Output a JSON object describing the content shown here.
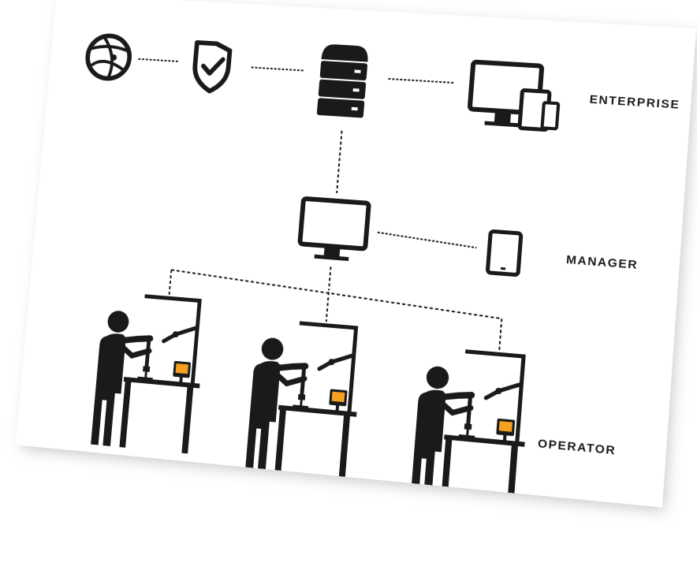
{
  "tiers": {
    "enterprise": {
      "label": "ENTERPRISE"
    },
    "manager": {
      "label": "MANAGER"
    },
    "operator": {
      "label": "OPERATOR"
    }
  },
  "icons": {
    "enterprise": [
      "globe-icon",
      "shield-check-icon",
      "server-stack-icon",
      "multi-device-icon"
    ],
    "manager": [
      "monitor-icon",
      "tablet-icon"
    ],
    "operator": [
      "operator-workstation-icon",
      "operator-workstation-icon",
      "operator-workstation-icon"
    ]
  },
  "colors": {
    "ink": "#1a1a1a",
    "accent": "#f5a020",
    "background": "#ffffff"
  }
}
